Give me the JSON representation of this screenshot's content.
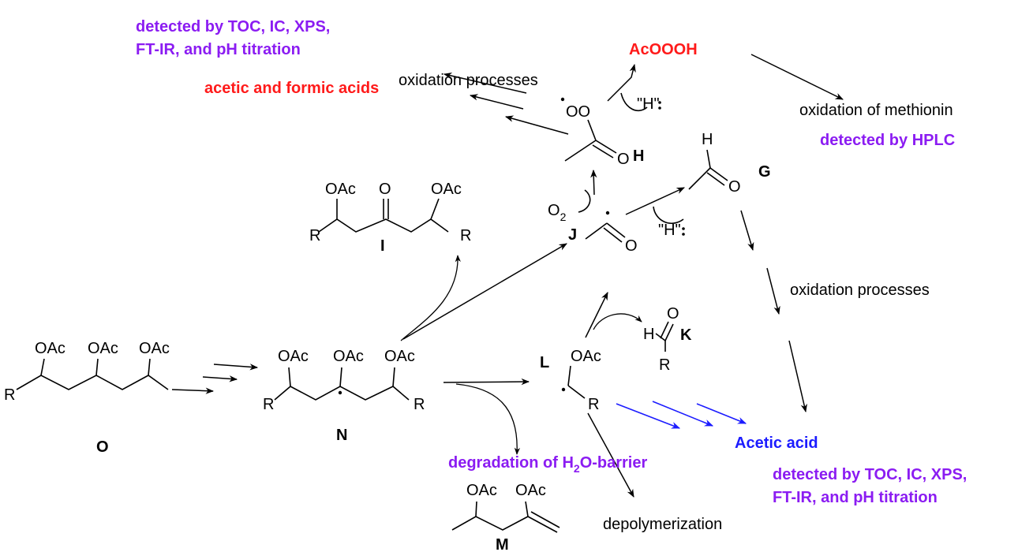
{
  "annotations": {
    "top_left_detect_1": "detected by TOC, IC, XPS,",
    "top_left_detect_2": "FT-IR, and pH titration",
    "oxidation_processes_top": "oxidation processes",
    "acetic_formic": "acetic and formic acids",
    "acoooh": "AcOOOH",
    "oxidation_methionin": "oxidation of methionin",
    "detected_hplc": "detected by HPLC",
    "oxidation_processes_right": "oxidation processes",
    "acetic_acid": "Acetic acid",
    "bottom_right_detect_1": "detected by TOC, IC, XPS,",
    "bottom_right_detect_2": "FT-IR, and pH titration",
    "degradation_pre": "degradation of H",
    "degradation_sub": "2",
    "degradation_post": "O-barrier",
    "depolymerization": "depolymerization",
    "h_abstract_1": "\"H\"",
    "h_abstract_2": "\"H\"",
    "o2_pre": "O",
    "o2_sub": "2"
  },
  "compounds": {
    "O": "O",
    "N": "N",
    "I": "I",
    "J": "J",
    "H": "H",
    "G": "G",
    "K": "K",
    "L": "L",
    "M": "M"
  },
  "atoms": {
    "oac": "OAc",
    "r": "R",
    "o": "O",
    "h": "H",
    "oo": "OO"
  },
  "colors": {
    "purple": "#8b1cf2",
    "red": "#ff1a1a",
    "blue": "#1c1cff"
  }
}
